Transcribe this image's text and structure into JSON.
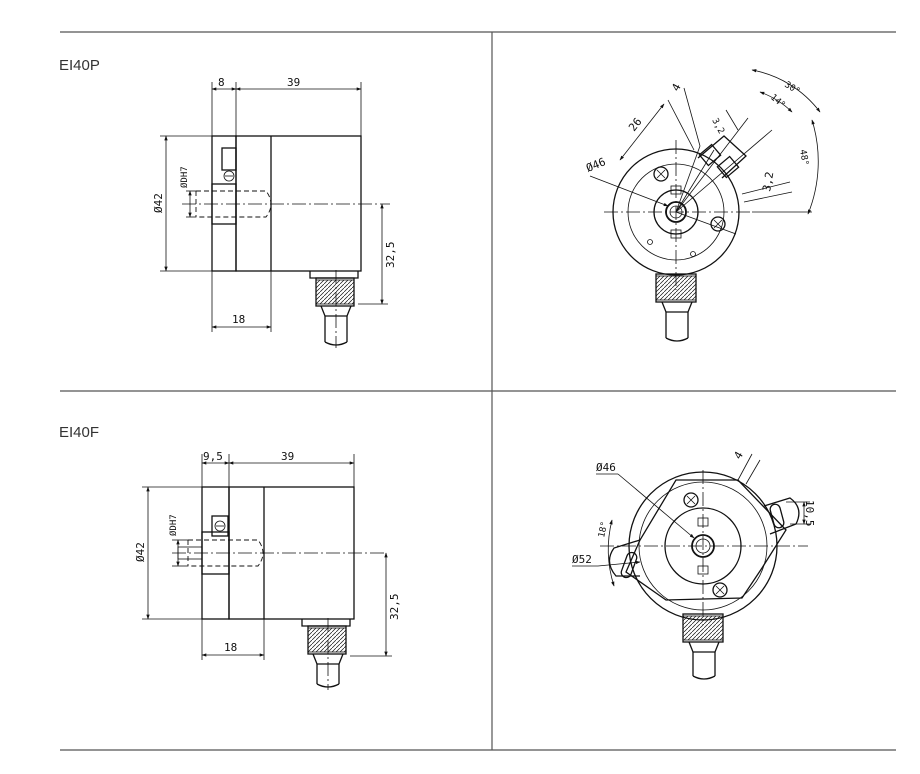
{
  "colors": {
    "line": "#111111",
    "grid": "#555555",
    "label": "#333333",
    "background": "#ffffff"
  },
  "models": [
    {
      "name": "EI40P",
      "side_view": {
        "flange_width": "8",
        "body_length": "39",
        "shaft_dia": "ØDH7",
        "body_dia": "Ø42",
        "cable_offset": "32,5",
        "shaft_depth": "18"
      },
      "front_view": {
        "tab_width": "4",
        "radius_26": "26",
        "slot_width": "3,2",
        "hole_pitch": "3,2",
        "angle_30": "30°",
        "angle_14": "14°",
        "angle_48": "48°",
        "bolt_circle": "Ø46"
      }
    },
    {
      "name": "EI40F",
      "side_view": {
        "flange_width": "9,5",
        "body_length": "39",
        "shaft_dia": "ØDH7",
        "body_dia": "Ø42",
        "cable_offset": "32,5",
        "shaft_depth": "18"
      },
      "front_view": {
        "slot_offset": "4",
        "slot_width": "10,5",
        "angle_18": "18°",
        "bolt_circle": "Ø46",
        "outer_dia": "Ø52"
      }
    }
  ]
}
